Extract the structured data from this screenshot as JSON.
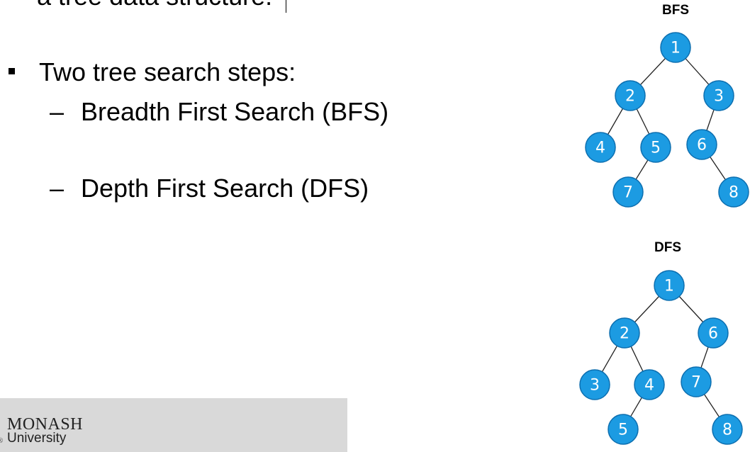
{
  "slide": {
    "top_line": "a tree data structure.",
    "bullet": "Two tree search steps:",
    "sub_items": [
      {
        "dash": "–",
        "label": "Breadth First Search (BFS)"
      },
      {
        "dash": "–",
        "label": "Depth First Search (DFS)"
      }
    ]
  },
  "logo": {
    "name": "MONASH",
    "sub": "University"
  },
  "diagrams": {
    "node_color": "#1c9be2",
    "node_stroke": "#0d6fb0",
    "bfs": {
      "title": "BFS",
      "nodes": [
        "1",
        "2",
        "3",
        "4",
        "5",
        "6",
        "7",
        "8"
      ]
    },
    "dfs": {
      "title": "DFS",
      "nodes": [
        "1",
        "2",
        "6",
        "3",
        "4",
        "7",
        "5",
        "8"
      ]
    }
  }
}
